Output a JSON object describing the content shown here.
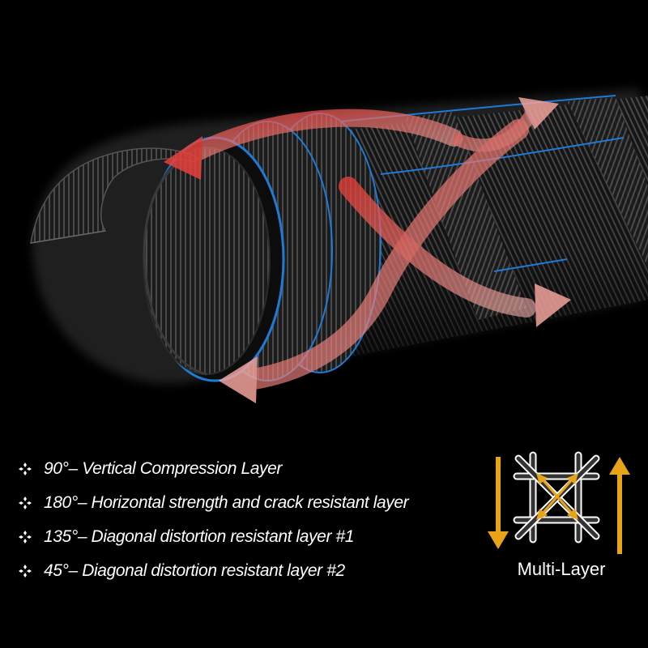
{
  "features": [
    {
      "icon": "four-diamond-bullet-icon",
      "text": "90°– Vertical Compression Layer"
    },
    {
      "icon": "four-diamond-bullet-icon",
      "text": "180°– Horizontal strength and crack resistant layer"
    },
    {
      "icon": "four-diamond-bullet-icon",
      "text": "135°– Diagonal distortion resistant layer #1"
    },
    {
      "icon": "four-diamond-bullet-icon",
      "text": "45°– Diagonal distortion resistant layer #2"
    }
  ],
  "legend": {
    "caption": "Multi-Layer",
    "icon": "multi-layer-weave-icon"
  },
  "colors": {
    "background": "#000000",
    "tube": "#1a1a1a",
    "tube_stripe": "#555555",
    "accent_blue": "#1f7ad6",
    "arrow_red": "#e8413c",
    "legend_gold": "#e8a317",
    "text": "#ffffff"
  }
}
